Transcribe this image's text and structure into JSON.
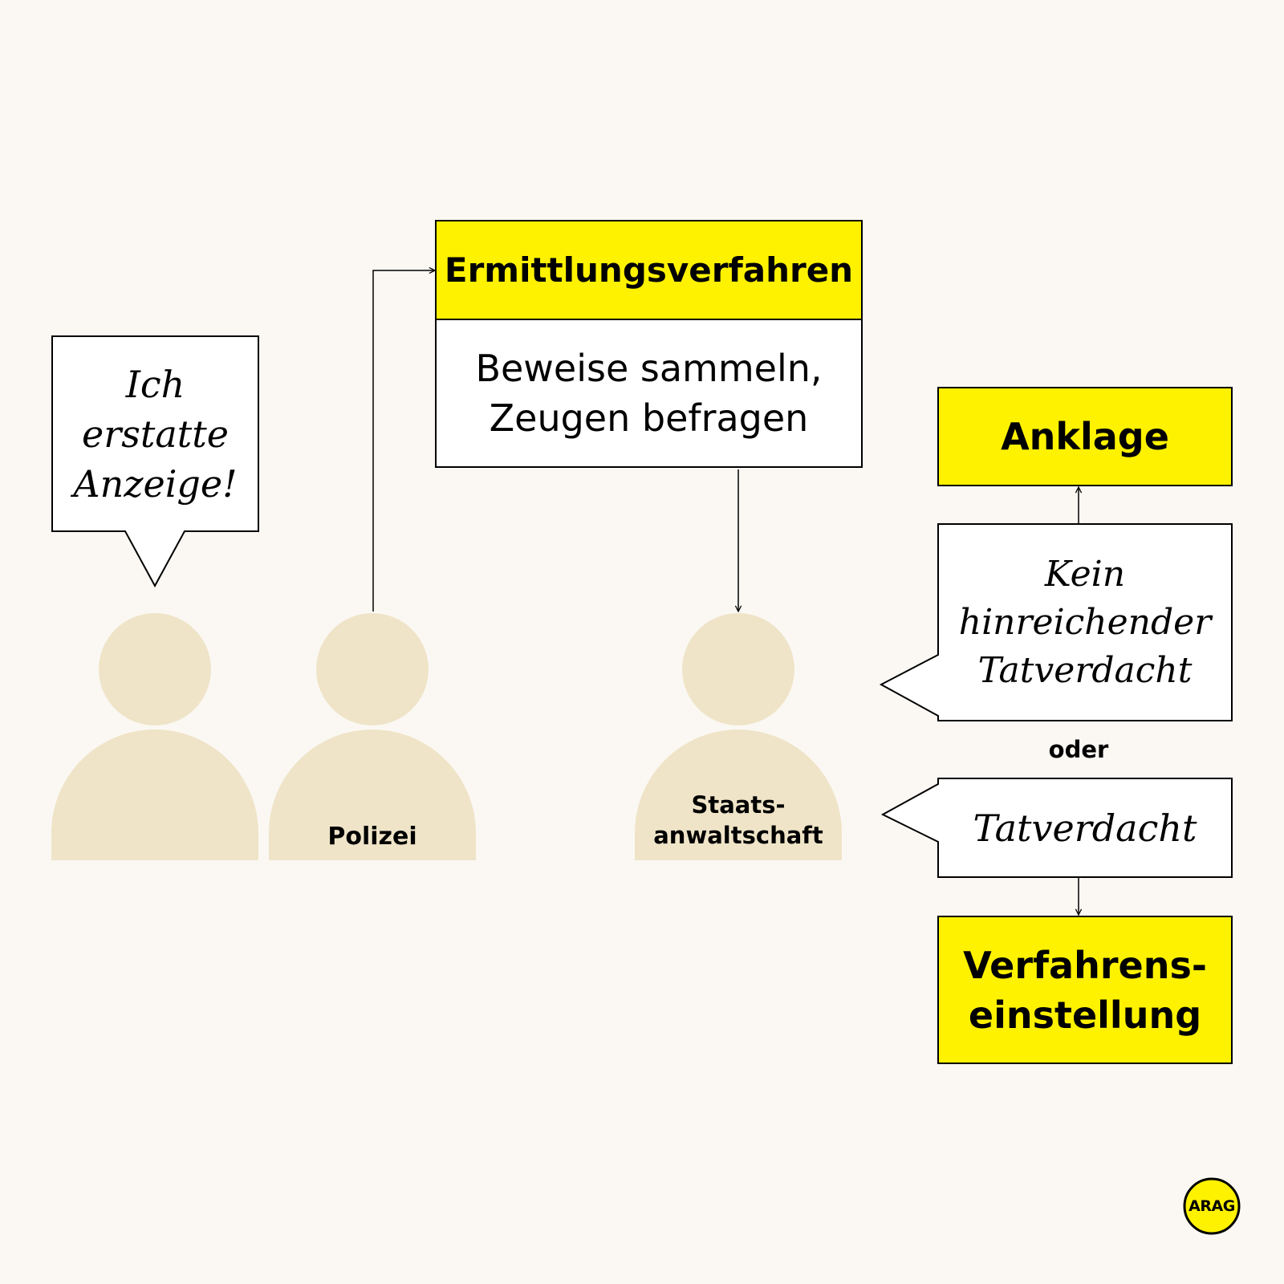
{
  "colors": {
    "background": "#fbf8f3",
    "accent_yellow": "#fff200",
    "person_beige": "#efe4c8",
    "stroke": "#000000",
    "box_white": "#ffffff"
  },
  "speech_bubble": {
    "text": "Ich\nerstatte\nAnzeige!"
  },
  "persons": {
    "citizen": {
      "label": ""
    },
    "police": {
      "label": "Polizei"
    },
    "prosecutor": {
      "label": "Staats-\nanwaltschaft"
    }
  },
  "investigation": {
    "title": "Ermittlungsverfahren",
    "body": "Beweise sammeln,\nZeugen befragen"
  },
  "outcomes": {
    "indictment": "Anklage",
    "no_suspicion": "Kein\nhinreichender\nTatverdacht",
    "or_label": "oder",
    "suspicion": "Tatverdacht",
    "dismissal": "Verfahrens-\neinstellung"
  },
  "logo": {
    "text": "ARAG"
  }
}
